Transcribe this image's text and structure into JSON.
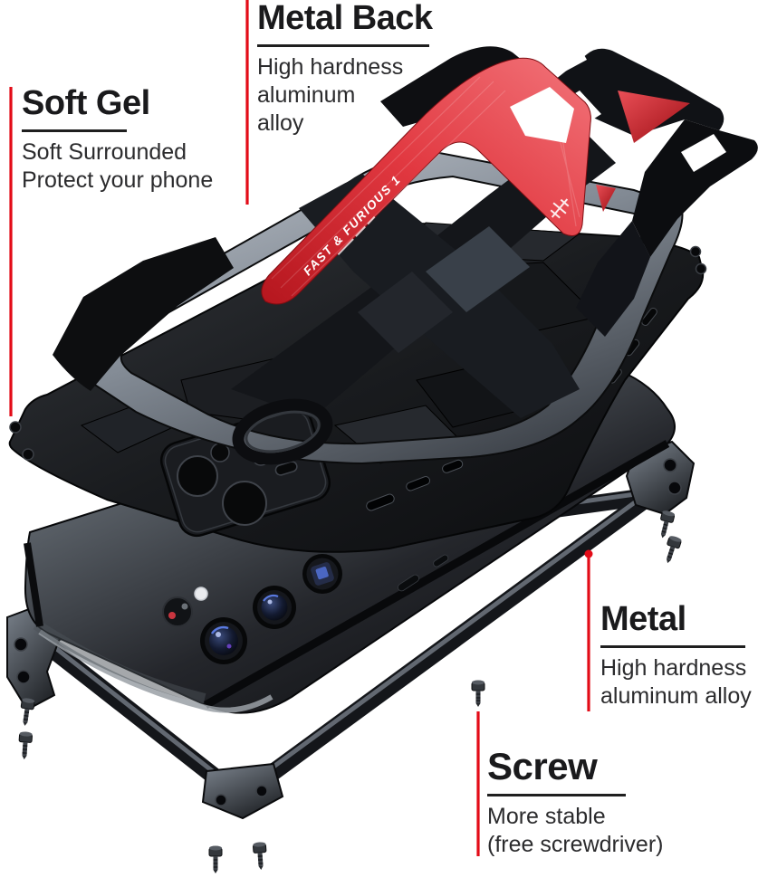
{
  "page": {
    "background": "#ffffff"
  },
  "annotations": {
    "soft_gel": {
      "title": "Soft Gel",
      "lines": [
        "Soft Surrounded",
        "Protect your phone"
      ]
    },
    "metal_back": {
      "title": "Metal Back",
      "lines": [
        "High hardness",
        "aluminum",
        "alloy"
      ]
    },
    "metal": {
      "title": "Metal",
      "lines": [
        "High hardness",
        "aluminum alloy"
      ]
    },
    "screw": {
      "title": "Screw",
      "lines": [
        "More stable",
        "(free screwdriver)"
      ]
    }
  },
  "product": {
    "back_plate_text": "FAST & FURIOUS 1",
    "colors": {
      "accent_red": "#e30b17",
      "plate_red": "#d52530",
      "rail_gray": "#8d949e",
      "body_black": "#0e0f11"
    }
  }
}
